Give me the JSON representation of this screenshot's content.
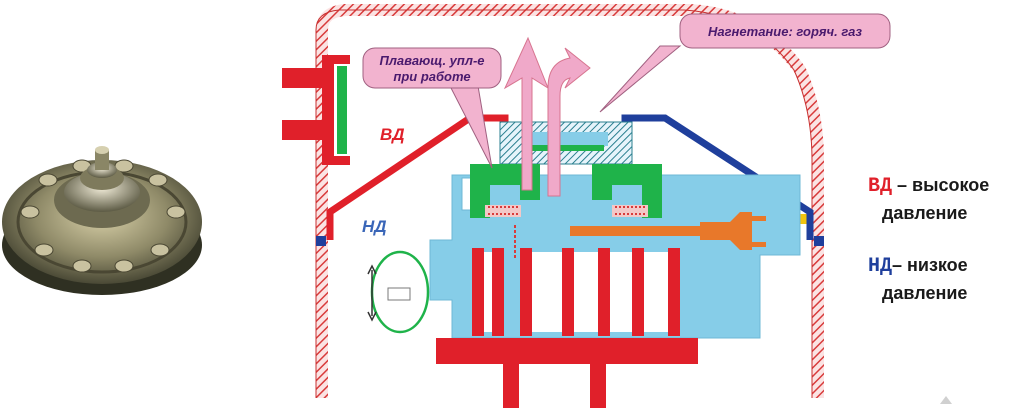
{
  "callouts": {
    "discharge": "Нагнетание: горяч. газ",
    "floating_seal_line1": "Плавающ. упл-е",
    "floating_seal_line2": "при работе"
  },
  "zones": {
    "high": "ВД",
    "low": "НД"
  },
  "legend": {
    "high_key": "ВД",
    "high_text_line1": " – высокое",
    "high_text_line2": "давление",
    "low_key": "НД",
    "low_text_line1": "– низкое",
    "low_text_line2": "давление"
  },
  "colors": {
    "high_pressure": "#e0202a",
    "low_pressure": "#1f3f9c",
    "body_light_blue": "#86cde8",
    "seal_green": "#1fb34a",
    "callout_fill": "#f2b3cf",
    "gas_arrow": "#f0a9c9",
    "heater_orange": "#e8782a"
  },
  "photo": {
    "icon": "valve-plate-photo-icon"
  }
}
